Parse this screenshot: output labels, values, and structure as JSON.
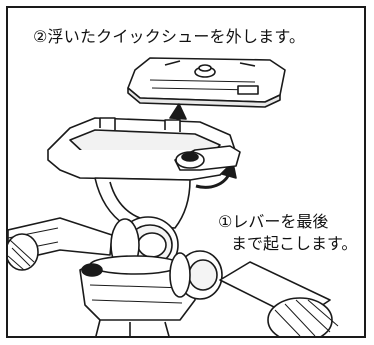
{
  "caption_top": "②浮いたクイックシューを外します。",
  "caption_lever_line1": "①レバーを最後",
  "caption_lever_line2": "まで起こします。",
  "colors": {
    "ink": "#1a1a1a",
    "fill_light": "#ffffff",
    "fill_dark": "#222222"
  }
}
